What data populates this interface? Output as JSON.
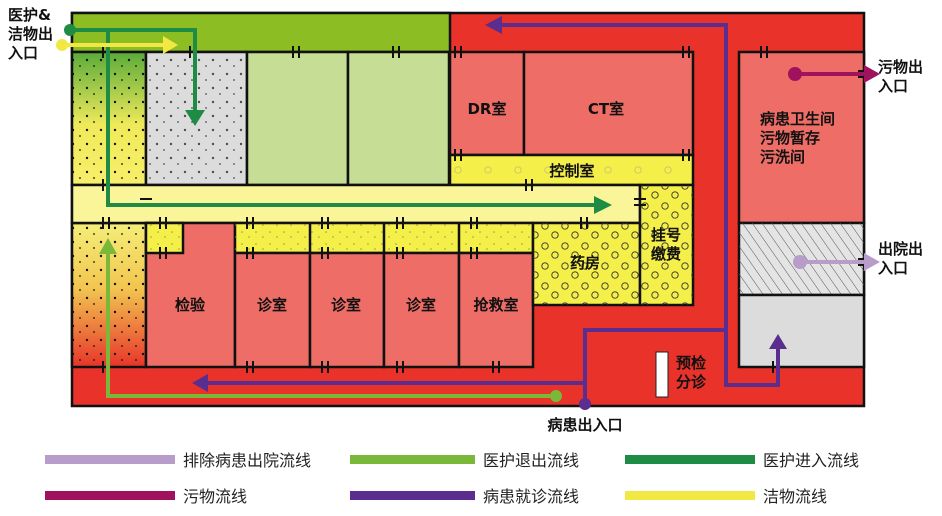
{
  "colors": {
    "corridor_red": "#e8322a",
    "room_pink": "#ee6e67",
    "top_green": "#8cbe23",
    "light_green": "#c6dd95",
    "yellow": "#f5ef4a",
    "corridor_yellow": "#fbf59a",
    "gray": "#dcdcdc"
  },
  "entrances": {
    "staff_clean": "医护&\n洁物出\n入口",
    "waste": "污物出\n入口",
    "discharge": "出院出\n入口",
    "patient": "病患出入口"
  },
  "rooms": {
    "dr": "DR室",
    "ct": "CT室",
    "control": "控制室",
    "pharmacy": "药房",
    "registration": "挂号\n缴费",
    "lab": "检验",
    "clinic1": "诊室",
    "clinic2": "诊室",
    "clinic3": "诊室",
    "emergency": "抢救室",
    "sanitary": "病患卫生间\n污物暂存\n污洗间",
    "triage": "预检\n分诊"
  },
  "legend": [
    {
      "label": "排除病患出院流线",
      "color": "#b89cc9",
      "icon": "lavender-line"
    },
    {
      "label": "医护退出流线",
      "color": "#7ab83a",
      "icon": "light-green-line"
    },
    {
      "label": "医护进入流线",
      "color": "#1e8c45",
      "icon": "dark-green-line"
    },
    {
      "label": "污物流线",
      "color": "#a0125e",
      "icon": "magenta-line"
    },
    {
      "label": "病患就诊流线",
      "color": "#5b2d8e",
      "icon": "purple-line"
    },
    {
      "label": "洁物流线",
      "color": "#f1e843",
      "icon": "yellow-line"
    }
  ]
}
